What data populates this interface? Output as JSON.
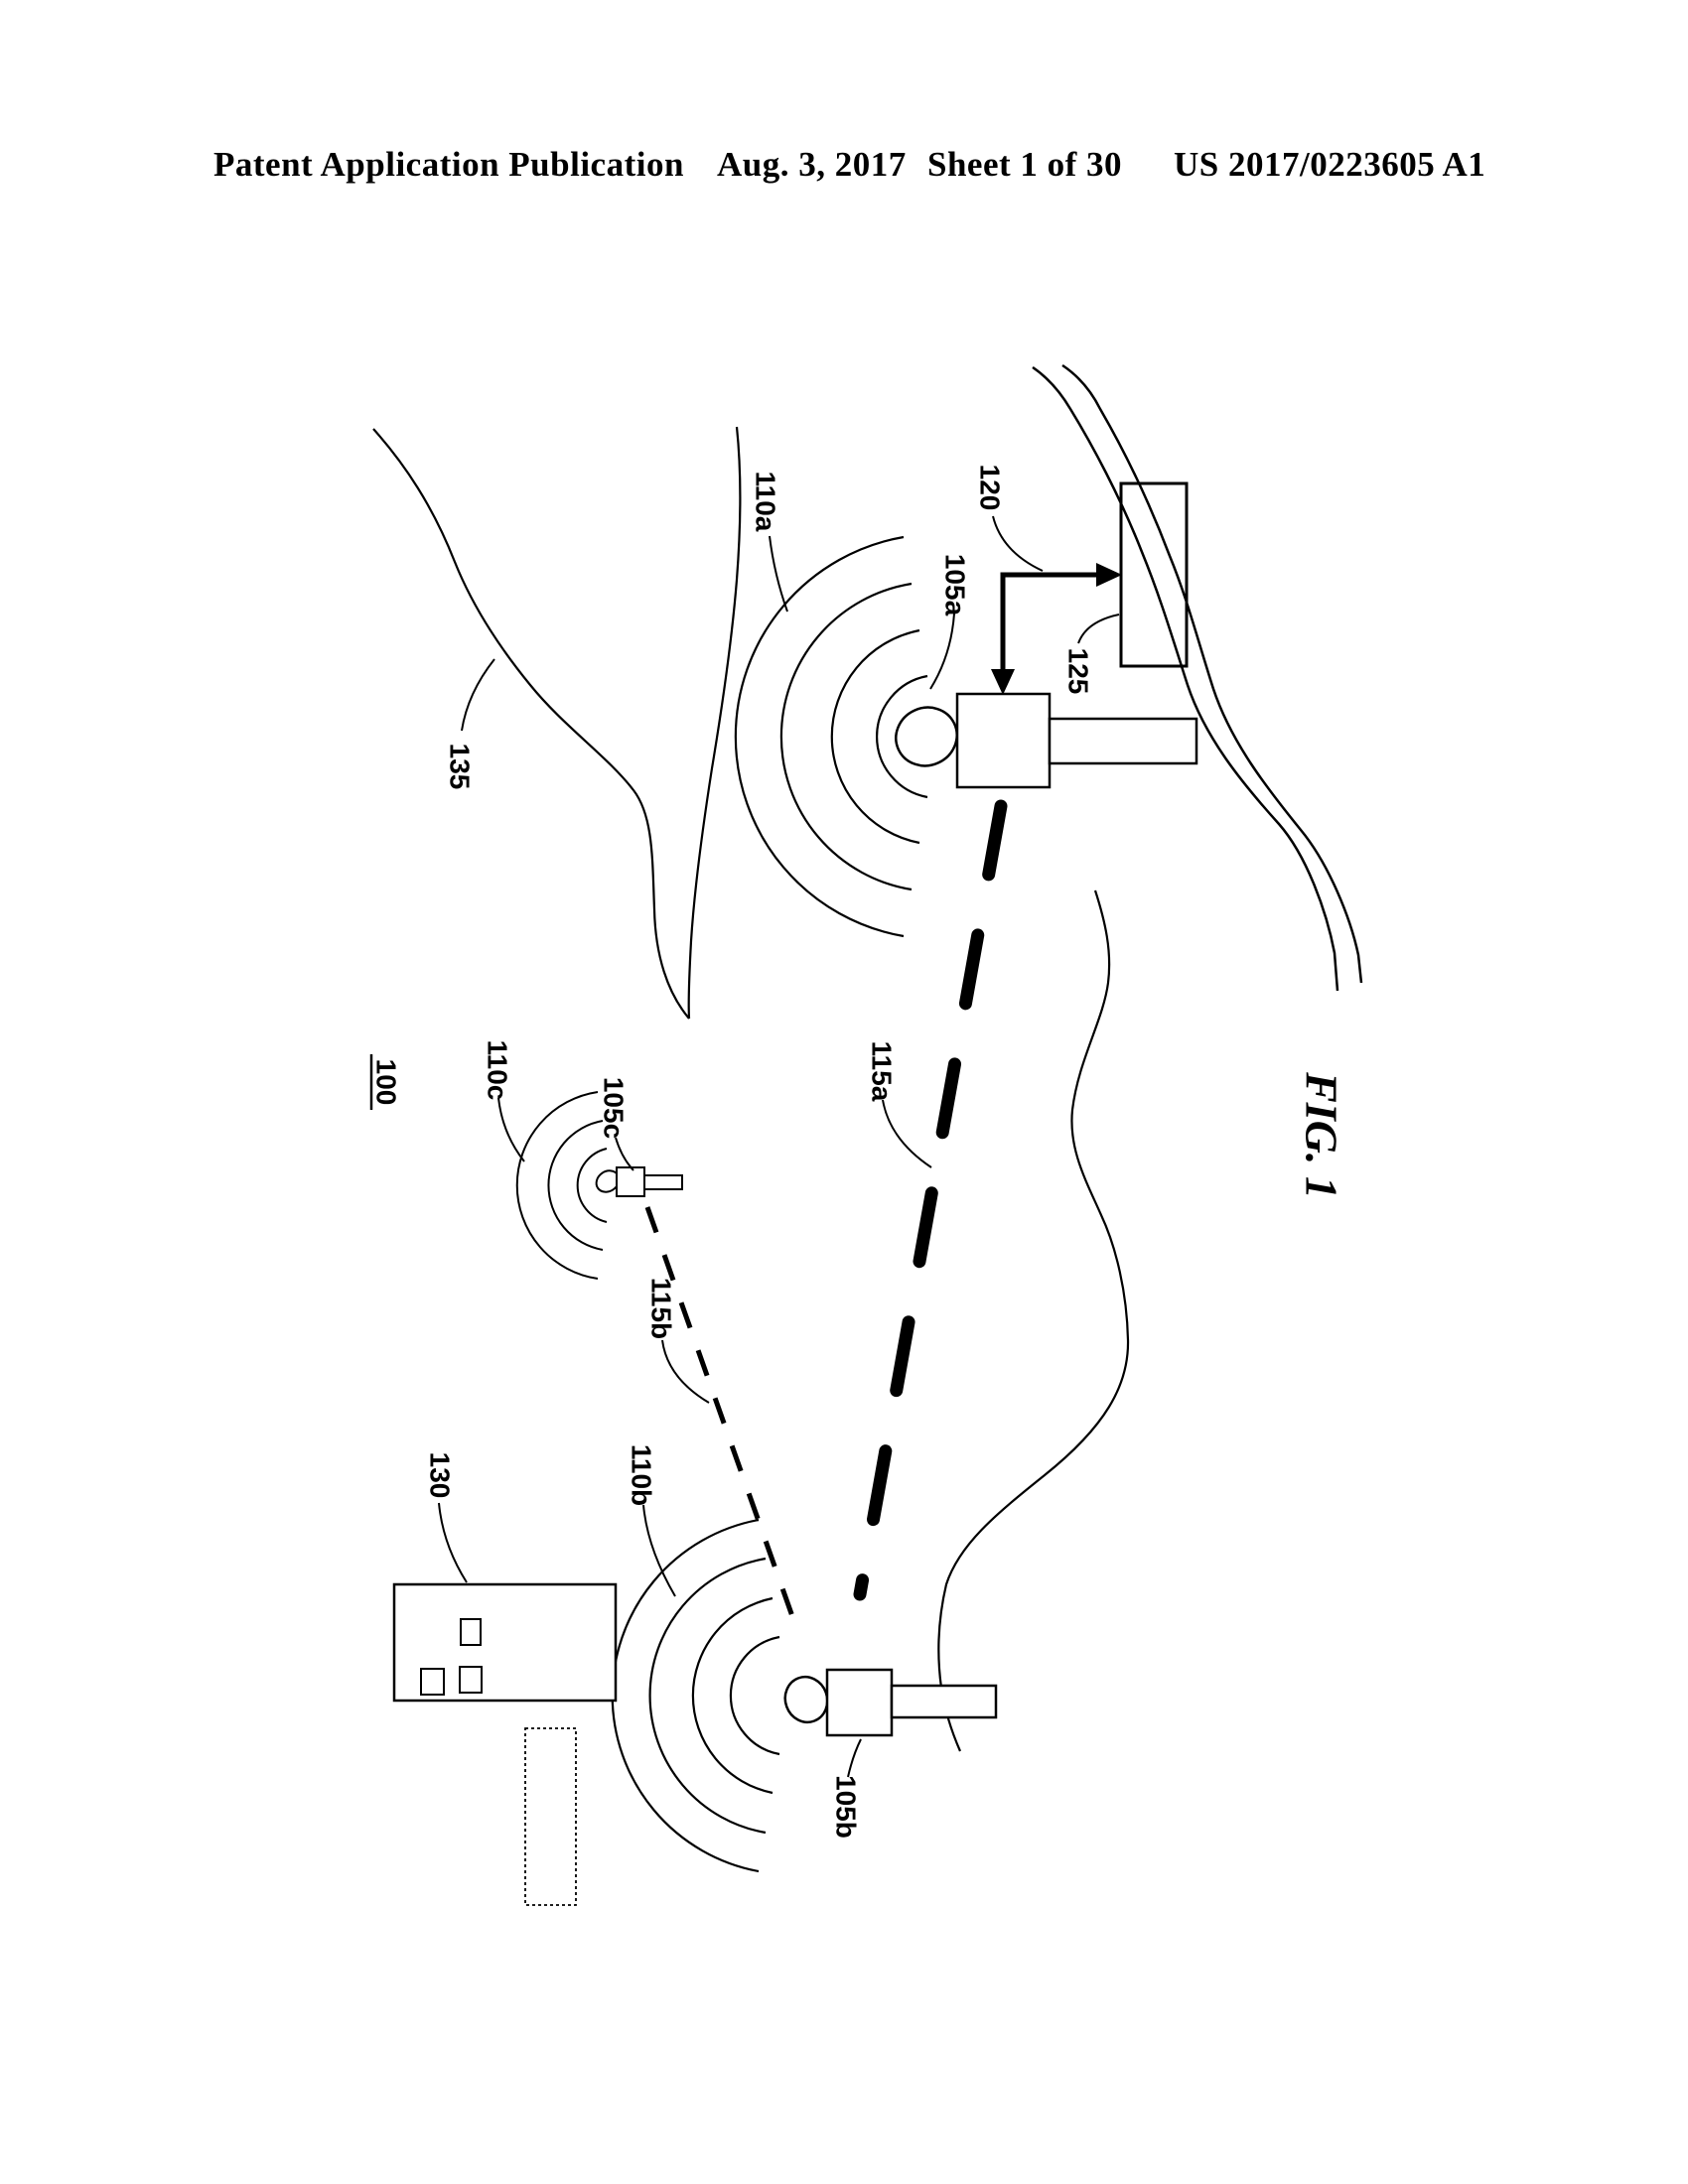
{
  "header": {
    "publication": "Patent Application Publication",
    "date": "Aug. 3, 2017",
    "sheet": "Sheet 1 of 30",
    "patent_number": "US 2017/0223605 A1"
  },
  "figure": {
    "title": "FIG. 1",
    "reference_numerals": {
      "n100": "100",
      "n105a": "105a",
      "n105b": "105b",
      "n105c": "105c",
      "n110a": "110a",
      "n110b": "110b",
      "n110c": "110c",
      "n115a": "115a",
      "n115b": "115b",
      "n120": "120",
      "n125": "125",
      "n130": "130",
      "n135": "135"
    }
  },
  "colors": {
    "ink": "#000000",
    "paper": "#ffffff"
  }
}
